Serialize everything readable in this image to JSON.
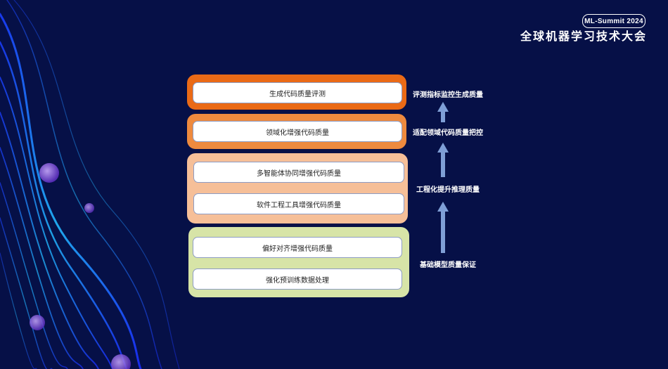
{
  "header": {
    "badge": "ML-Summit 2024",
    "title": "全球机器学习技术大会"
  },
  "groups": [
    {
      "color": "#ea6a16",
      "items": [
        "生成代码质量评测"
      ]
    },
    {
      "color": "#ee8a3e",
      "items": [
        "领域化增强代码质量"
      ]
    },
    {
      "color": "#f6bf98",
      "items": [
        "多智能体协同增强代码质量",
        "软件工程工具增强代码质量"
      ]
    },
    {
      "color": "#d7e4a7",
      "items": [
        "偏好对齐增强代码质量",
        "强化预训练数据处理"
      ]
    }
  ],
  "side_labels": [
    "评测指标监控生成质量",
    "适配领域代码质量把控",
    "工程化提升推理质量",
    "基础模型质量保证"
  ],
  "colors": {
    "background": "#061047",
    "arrow": "#7f9fd6"
  }
}
